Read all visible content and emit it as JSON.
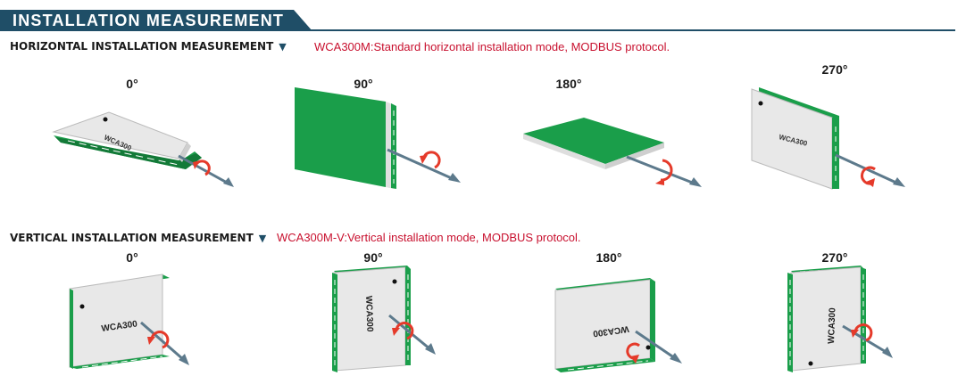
{
  "header": {
    "title": "INSTALLATION MEASUREMENT"
  },
  "horizontal": {
    "label": "HORIZONTAL INSTALLATION MEASUREMENT",
    "description": "WCA300M:Standard horizontal installation mode, MODBUS protocol.",
    "angles": [
      "0°",
      "90°",
      "180°",
      "270°"
    ]
  },
  "vertical": {
    "label": "VERTICAL INSTALLATION MEASUREMENT",
    "description": "WCA300M-V:Vertical installation mode, MODBUS protocol.",
    "angles": [
      "0°",
      "90°",
      "180°",
      "270°"
    ]
  },
  "device_label": "WCA300",
  "colors": {
    "header": "#1f4e67",
    "accent_red": "#c8102e",
    "pcb_green": "#1a9e4a",
    "face_gray": "#e6e6e6",
    "arrow": "#5d7a8c",
    "rotation_arrow": "#e53a2a"
  }
}
